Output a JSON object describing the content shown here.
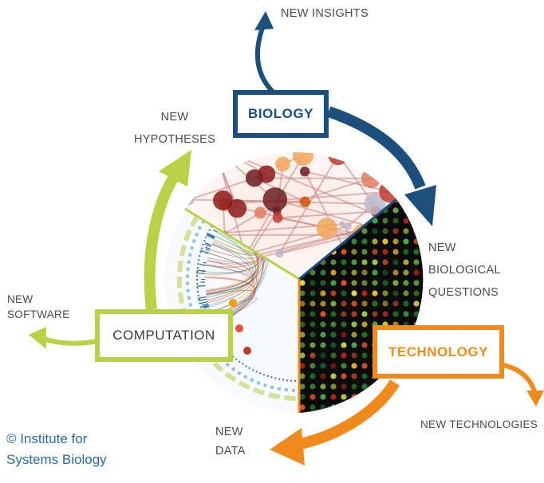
{
  "boxes": {
    "biology": "BIOLOGY",
    "computation": "COMPUTATION",
    "technology": "TECHNOLOGY"
  },
  "labels": {
    "new_insights": "NEW INSIGHTS",
    "new_hypotheses_line1": "NEW",
    "new_hypotheses_line2": "HYPOTHESES",
    "new_biological_questions_line1": "NEW",
    "new_biological_questions_line2": "BIOLOGICAL",
    "new_biological_questions_line3": "QUESTIONS",
    "new_software_line1": "NEW",
    "new_software_line2": "SOFTWARE",
    "new_data_line1": "NEW",
    "new_data_line2": "DATA",
    "new_technologies": "NEW TECHNOLOGIES"
  },
  "credit": {
    "line1": "© Institute for",
    "line2": "Systems Biology"
  },
  "colors": {
    "biology": "#1d4f7c",
    "computation": "#a9c93a",
    "technology": "#f08a1c",
    "label_text": "#4a4a4a",
    "credit_text": "#2c6aa0"
  }
}
